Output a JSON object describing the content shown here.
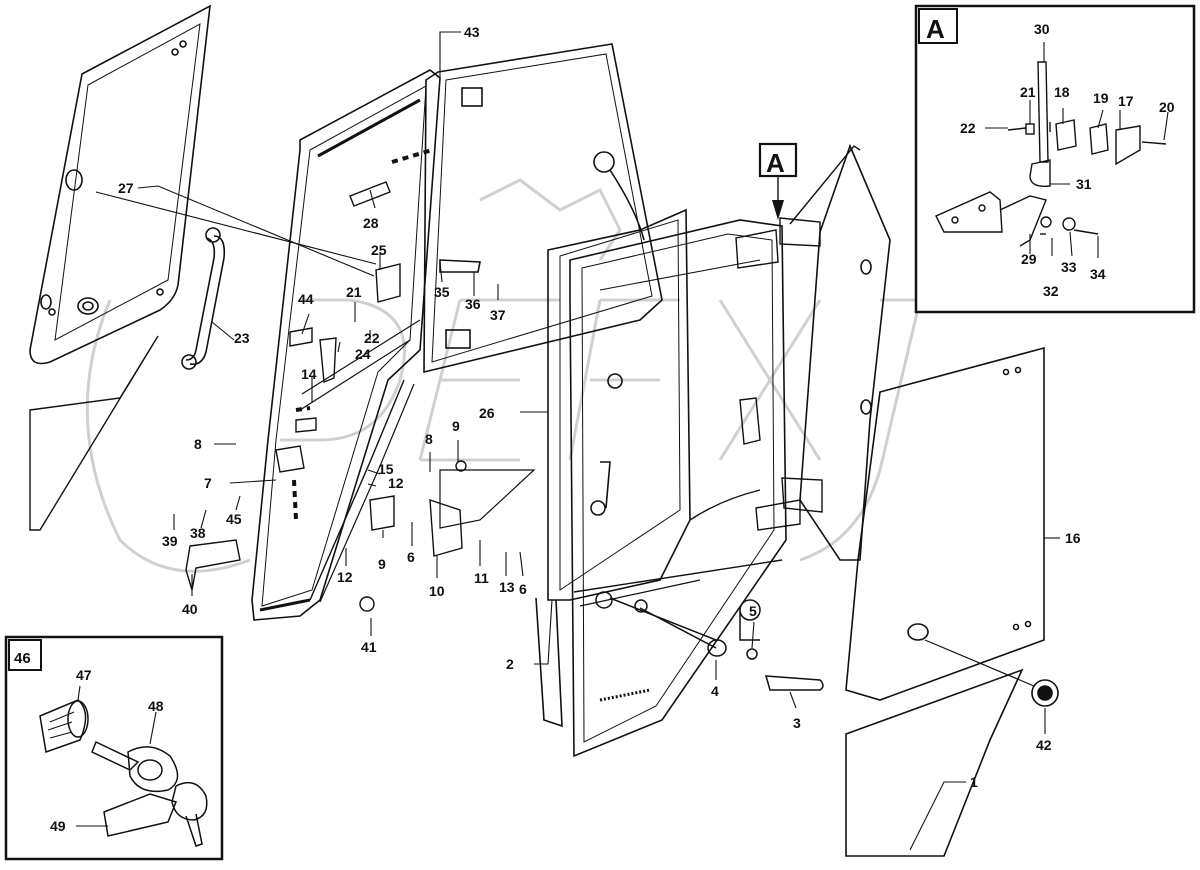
{
  "inset_a": {
    "label": "A"
  },
  "view_marker": {
    "label": "A"
  },
  "inset_46": {
    "label": "46"
  },
  "callouts": [
    {
      "id": "c1",
      "text": "1"
    },
    {
      "id": "c2",
      "text": "2"
    },
    {
      "id": "c3",
      "text": "3"
    },
    {
      "id": "c4",
      "text": "4"
    },
    {
      "id": "c5",
      "text": "5"
    },
    {
      "id": "c6a",
      "text": "6"
    },
    {
      "id": "c6b",
      "text": "6"
    },
    {
      "id": "c7",
      "text": "7"
    },
    {
      "id": "c8a",
      "text": "8"
    },
    {
      "id": "c8b",
      "text": "8"
    },
    {
      "id": "c9a",
      "text": "9"
    },
    {
      "id": "c9b",
      "text": "9"
    },
    {
      "id": "c10",
      "text": "10"
    },
    {
      "id": "c11",
      "text": "11"
    },
    {
      "id": "c12a",
      "text": "12"
    },
    {
      "id": "c12b",
      "text": "12"
    },
    {
      "id": "c13",
      "text": "13"
    },
    {
      "id": "c14",
      "text": "14"
    },
    {
      "id": "c15",
      "text": "15"
    },
    {
      "id": "c16",
      "text": "16"
    },
    {
      "id": "c17",
      "text": "17"
    },
    {
      "id": "c18",
      "text": "18"
    },
    {
      "id": "c19",
      "text": "19"
    },
    {
      "id": "c20",
      "text": "20"
    },
    {
      "id": "c21a",
      "text": "21"
    },
    {
      "id": "c21b",
      "text": "21"
    },
    {
      "id": "c22a",
      "text": "22"
    },
    {
      "id": "c22b",
      "text": "22"
    },
    {
      "id": "c23",
      "text": "23"
    },
    {
      "id": "c24",
      "text": "24"
    },
    {
      "id": "c25",
      "text": "25"
    },
    {
      "id": "c26",
      "text": "26"
    },
    {
      "id": "c27",
      "text": "27"
    },
    {
      "id": "c28",
      "text": "28"
    },
    {
      "id": "c29",
      "text": "29"
    },
    {
      "id": "c30",
      "text": "30"
    },
    {
      "id": "c31",
      "text": "31"
    },
    {
      "id": "c32",
      "text": "32"
    },
    {
      "id": "c33",
      "text": "33"
    },
    {
      "id": "c34",
      "text": "34"
    },
    {
      "id": "c35",
      "text": "35"
    },
    {
      "id": "c36",
      "text": "36"
    },
    {
      "id": "c37",
      "text": "37"
    },
    {
      "id": "c38",
      "text": "38"
    },
    {
      "id": "c39",
      "text": "39"
    },
    {
      "id": "c40",
      "text": "40"
    },
    {
      "id": "c41",
      "text": "41"
    },
    {
      "id": "c42",
      "text": "42"
    },
    {
      "id": "c43",
      "text": "43"
    },
    {
      "id": "c44",
      "text": "44"
    },
    {
      "id": "c45",
      "text": "45"
    },
    {
      "id": "c47",
      "text": "47"
    },
    {
      "id": "c48",
      "text": "48"
    },
    {
      "id": "c49",
      "text": "49"
    }
  ],
  "colors": {
    "line": "#111111",
    "watermark": "#d9d9d9",
    "background": "#ffffff"
  }
}
